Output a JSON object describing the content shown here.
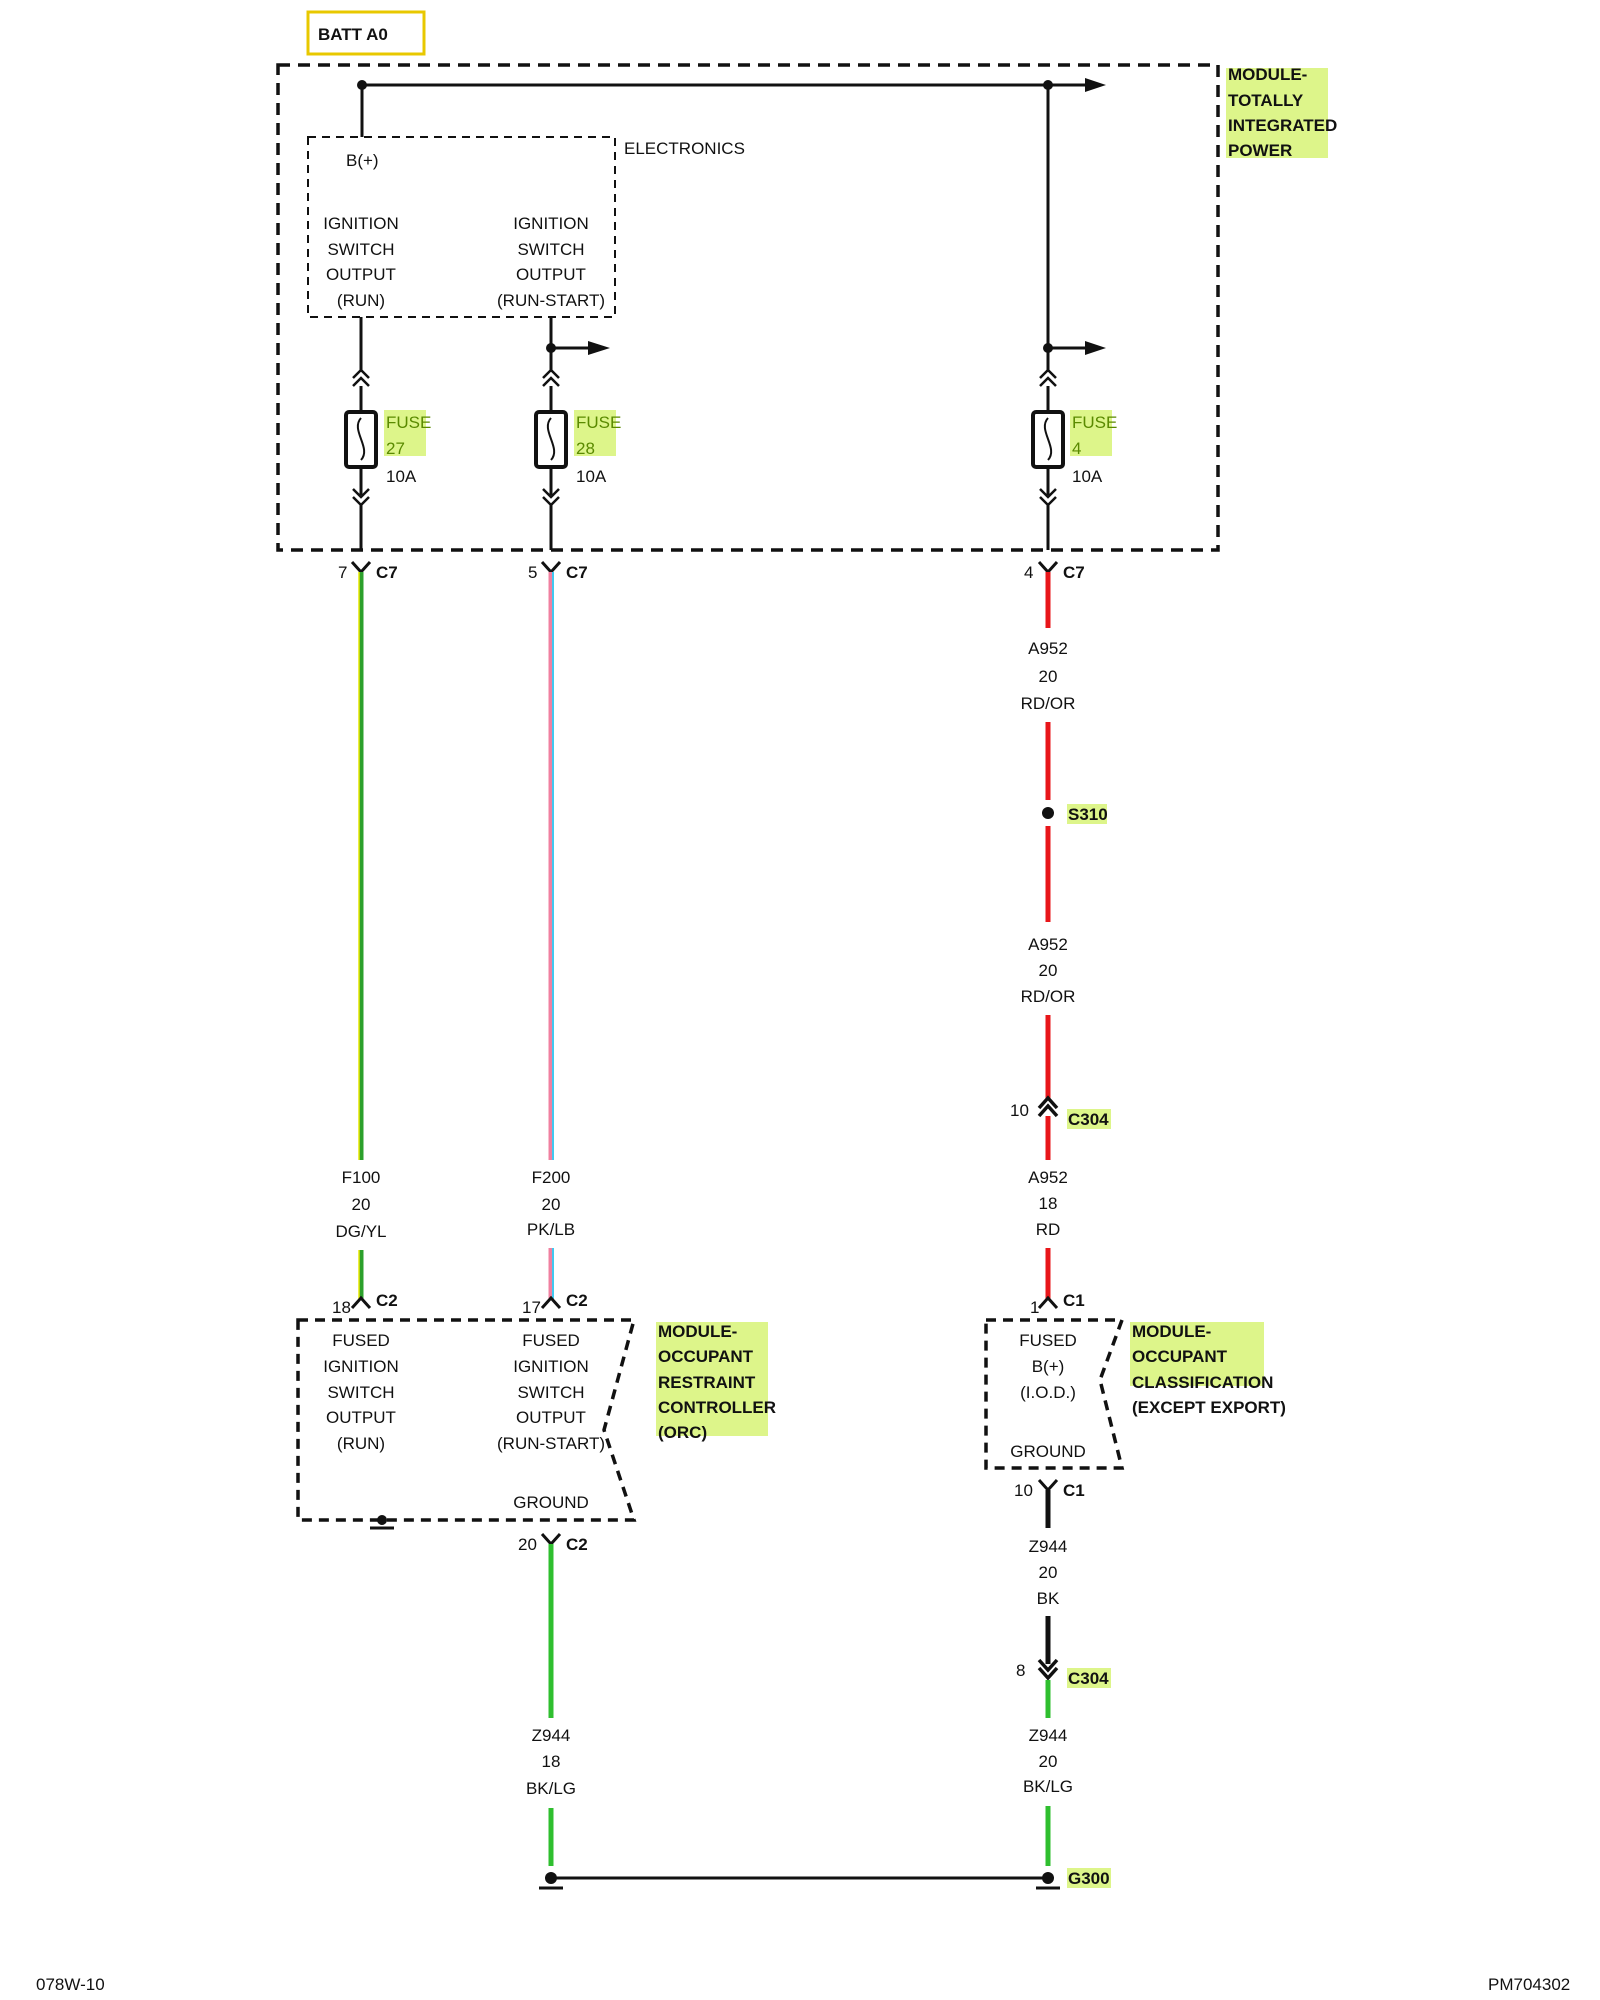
{
  "batt": "BATT A0",
  "tipm": {
    "lines": [
      "MODULE-",
      "TOTALLY",
      "INTEGRATED",
      "POWER"
    ],
    "electronics": "ELECTRONICS",
    "bplus": "B(+)",
    "run_lines": [
      "IGNITION",
      "SWITCH",
      "OUTPUT",
      "(RUN)"
    ],
    "runstart_lines": [
      "IGNITION",
      "SWITCH",
      "OUTPUT",
      "(RUN-START)"
    ]
  },
  "fuses": [
    {
      "label": "FUSE",
      "num": "27",
      "rating": "10A"
    },
    {
      "label": "FUSE",
      "num": "28",
      "rating": "10A"
    },
    {
      "label": "FUSE",
      "num": "4",
      "rating": "10A"
    }
  ],
  "c7": [
    {
      "pin": "7",
      "name": "C7"
    },
    {
      "pin": "5",
      "name": "C7"
    },
    {
      "pin": "4",
      "name": "C7"
    }
  ],
  "wires": {
    "f100": {
      "circuit": "F100",
      "gauge": "20",
      "color": "DG/YL",
      "hex": [
        "#2ca02c",
        "#e8e800"
      ]
    },
    "f200": {
      "circuit": "F200",
      "gauge": "20",
      "color": "PK/LB",
      "hex": [
        "#f080a0",
        "#40c8f0"
      ]
    },
    "a952a": {
      "circuit": "A952",
      "gauge": "20",
      "color": "RD/OR",
      "hex": [
        "#e8161a"
      ]
    },
    "a952b": {
      "circuit": "A952",
      "gauge": "20",
      "color": "RD/OR",
      "hex": [
        "#e8161a"
      ]
    },
    "a952c": {
      "circuit": "A952",
      "gauge": "18",
      "color": "RD",
      "hex": [
        "#e8161a"
      ]
    },
    "z944a": {
      "circuit": "Z944",
      "gauge": "18",
      "color": "BK/LG",
      "hex": [
        "#111111",
        "#2fbf2f"
      ]
    },
    "z944b": {
      "circuit": "Z944",
      "gauge": "20",
      "color": "BK",
      "hex": [
        "#111111"
      ]
    },
    "z944c": {
      "circuit": "Z944",
      "gauge": "20",
      "color": "BK/LG",
      "hex": [
        "#111111",
        "#2fbf2f"
      ]
    }
  },
  "splice": "S310",
  "c304a": {
    "pin": "10",
    "name": "C304"
  },
  "c304b": {
    "pin": "8",
    "name": "C304"
  },
  "orc": {
    "lines": [
      "MODULE-",
      "OCCUPANT",
      "RESTRAINT",
      "CONTROLLER",
      "(ORC)"
    ],
    "c2a": {
      "pin": "18",
      "name": "C2"
    },
    "c2b": {
      "pin": "17",
      "name": "C2"
    },
    "c2c": {
      "pin": "20",
      "name": "C2"
    },
    "run_lines": [
      "FUSED",
      "IGNITION",
      "SWITCH",
      "OUTPUT",
      "(RUN)"
    ],
    "runstart_lines": [
      "FUSED",
      "IGNITION",
      "SWITCH",
      "OUTPUT",
      "(RUN-START)"
    ],
    "ground": "GROUND"
  },
  "occ": {
    "lines": [
      "MODULE-",
      "OCCUPANT",
      "CLASSIFICATION",
      "(EXCEPT EXPORT)"
    ],
    "c1a": {
      "pin": "1",
      "name": "C1"
    },
    "c1b": {
      "pin": "10",
      "name": "C1"
    },
    "fused_lines": [
      "FUSED",
      "B(+)",
      "(I.O.D.)"
    ],
    "ground": "GROUND"
  },
  "ground_point": "G300",
  "footer": {
    "left": "078W-10",
    "right": "PM704302"
  },
  "colors": {
    "highlight": "#ddf58a",
    "batt_border": "#e8c800"
  }
}
